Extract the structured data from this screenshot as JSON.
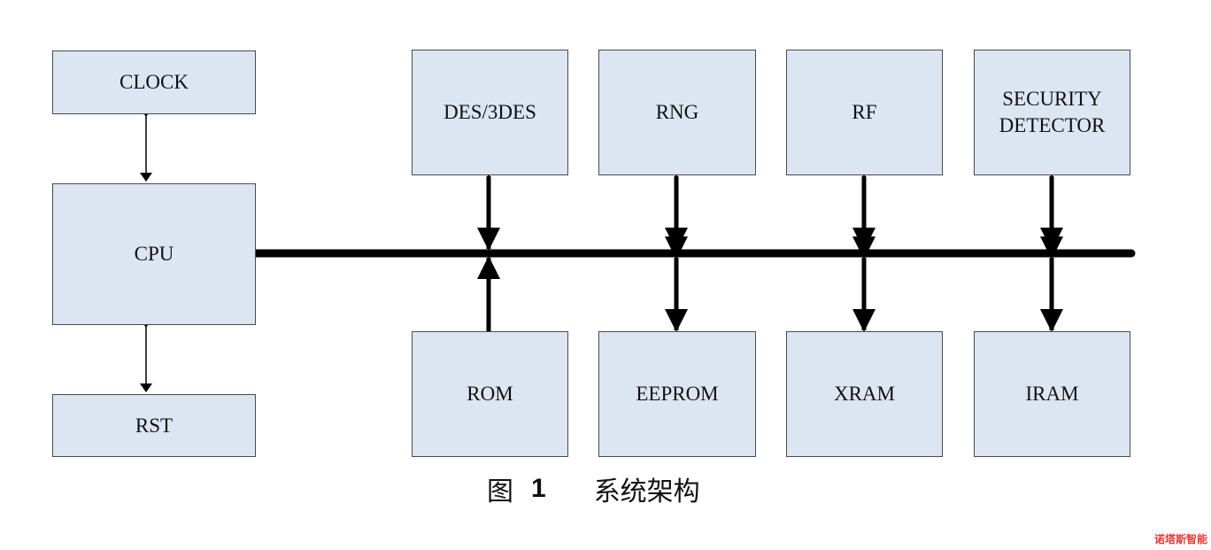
{
  "blocks": {
    "clock": "CLOCK",
    "cpu": "CPU",
    "rst": "RST",
    "des": "DES/3DES",
    "rng": "RNG",
    "rf": "RF",
    "security": "SECURITY\nDETECTOR",
    "rom": "ROM",
    "eeprom": "EEPROM",
    "xram": "XRAM",
    "iram": "IRAM"
  },
  "caption": {
    "fig": "图",
    "num": "1",
    "title": "系统架构"
  },
  "watermark": "诺塔斯智能",
  "colors": {
    "block_fill": "#dce6f2",
    "block_border": "#4a4a4a",
    "bus": "#000000",
    "watermark": "#e53935"
  }
}
